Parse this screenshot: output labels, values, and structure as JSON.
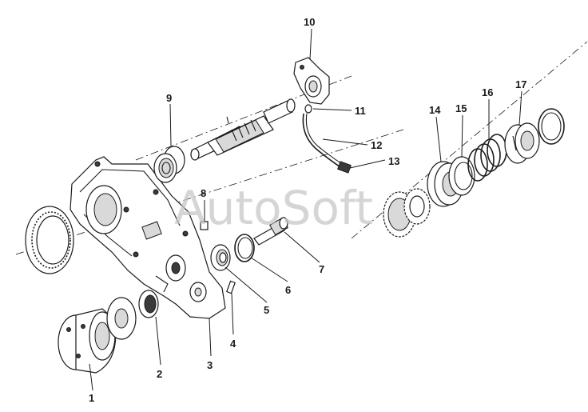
{
  "watermark": "AutoSoft",
  "callouts": [
    {
      "id": "1",
      "label": "1"
    },
    {
      "id": "2",
      "label": "2"
    },
    {
      "id": "3",
      "label": "3"
    },
    {
      "id": "4",
      "label": "4"
    },
    {
      "id": "5",
      "label": "5"
    },
    {
      "id": "6",
      "label": "6"
    },
    {
      "id": "7",
      "label": "7"
    },
    {
      "id": "8",
      "label": "8"
    },
    {
      "id": "9",
      "label": "9"
    },
    {
      "id": "10",
      "label": "10"
    },
    {
      "id": "11",
      "label": "11"
    },
    {
      "id": "12",
      "label": "12"
    },
    {
      "id": "13",
      "label": "13"
    },
    {
      "id": "14",
      "label": "14"
    },
    {
      "id": "15",
      "label": "15"
    },
    {
      "id": "16",
      "label": "16"
    },
    {
      "id": "17",
      "label": "17"
    }
  ]
}
